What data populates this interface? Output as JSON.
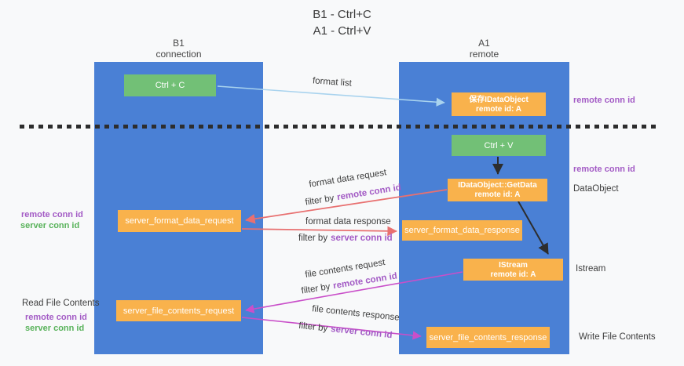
{
  "title": {
    "line1": "B1 - Ctrl+C",
    "line2": "A1 - Ctrl+V"
  },
  "columns": {
    "b1": {
      "name": "B1",
      "subtitle": "connection"
    },
    "a1": {
      "name": "A1",
      "subtitle": "remote"
    }
  },
  "nodes": {
    "ctrl_c": {
      "label": "Ctrl + C"
    },
    "ctrl_v": {
      "label": "Ctrl + V"
    },
    "save_idataobject": {
      "line1": "保存IDataObject",
      "line2": "remote id: A"
    },
    "idataobject_getdata": {
      "line1": "IDataObject::GetData",
      "line2": "remote id: A"
    },
    "istream": {
      "line1": "IStream",
      "line2": "remote id: A"
    },
    "server_format_data_request": {
      "label": "server_format_data_request"
    },
    "server_format_data_response": {
      "label": "server_format_data_response"
    },
    "server_file_contents_request": {
      "label": "server_file_contents_request"
    },
    "server_file_contents_response": {
      "label": "server_file_contents_response"
    }
  },
  "arrow_labels": {
    "format_list": "format list",
    "format_data_request": "format data request",
    "format_data_response": "format data response",
    "file_contents_request": "file contents request",
    "file_contents_response": "file contents response",
    "filter_by": "filter by",
    "remote_conn_id": "remote conn id",
    "server_conn_id": "server conn id"
  },
  "annotations": {
    "right_top_remote_conn_id": "remote conn id",
    "right_mid_remote_conn_id": "remote conn id",
    "dataobject": "DataObject",
    "istream": "Istream",
    "write_file_contents": "Write File Contents",
    "read_file_contents": "Read File Contents",
    "left_remote_conn_id_1": "remote conn id",
    "left_server_conn_id_1": "server conn id",
    "left_remote_conn_id_2": "remote conn id",
    "left_server_conn_id_2": "server conn id"
  },
  "colors": {
    "column_blue": "#4a80d5",
    "box_green": "#72c076",
    "box_orange": "#f9b24c",
    "arrow_red": "#e87070",
    "arrow_magenta": "#c94fc9",
    "arrow_light_blue": "#a9d3ee",
    "arrow_black": "#2d2d2d",
    "id_purple": "#a35bc5",
    "id_green": "#58b25a"
  }
}
